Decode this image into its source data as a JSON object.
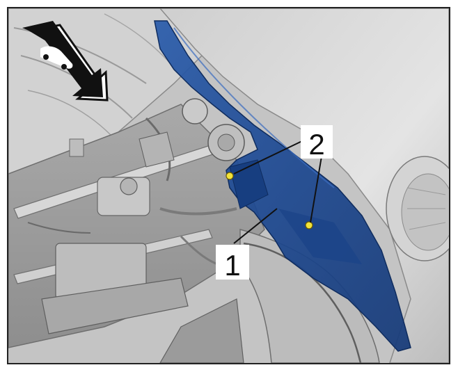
{
  "callouts": [
    {
      "id": "1",
      "label": "1"
    },
    {
      "id": "2",
      "label": "2"
    }
  ],
  "colors": {
    "highlight_part": "#1f4e9a",
    "fastener": "#f2e33a",
    "engine_bay": "#b9b9b9",
    "bodywork": "#d9d9d9"
  },
  "icons": {
    "direction": "vehicle-front-direction-arrow-icon"
  }
}
